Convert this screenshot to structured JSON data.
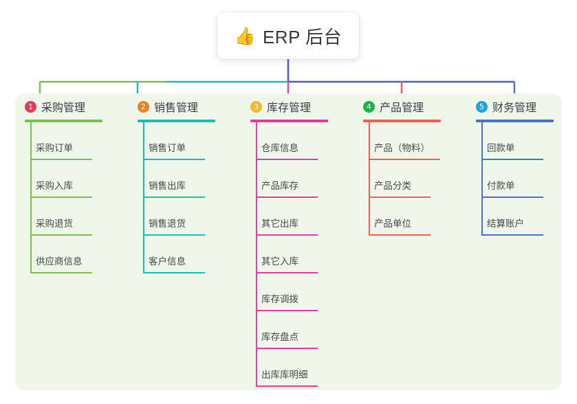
{
  "root": {
    "icon": "thumbs-up-icon",
    "emoji": "👍",
    "title": "ERP 后台"
  },
  "palette": {
    "panel_background": "#eef7e9",
    "page_background": "#ffffff",
    "text": "#3a3f46",
    "root_stem": "#4a5bd0"
  },
  "columns": [
    {
      "number": "1",
      "title": "采购管理",
      "badge_color": "#e8365c",
      "line_color": "#7dbd4c",
      "items": [
        "采购订单",
        "采购入库",
        "采购退货",
        "供应商信息"
      ]
    },
    {
      "number": "2",
      "title": "销售管理",
      "badge_color": "#f08021",
      "line_color": "#12bfb0",
      "items": [
        "销售订单",
        "销售出库",
        "销售退货",
        "客户信息"
      ]
    },
    {
      "number": "3",
      "title": "库存管理",
      "badge_color": "#f3bb1c",
      "line_color": "#e8399f",
      "items": [
        "仓库信息",
        "产品库存",
        "其它出库",
        "其它入库",
        "库存调拨",
        "库存盘点",
        "出库库明细"
      ]
    },
    {
      "number": "4",
      "title": "产品管理",
      "badge_color": "#1ab34a",
      "line_color": "#f95b52",
      "items": [
        "产品（物料）",
        "产品分类",
        "产品单位"
      ]
    },
    {
      "number": "5",
      "title": "财务管理",
      "badge_color": "#1ba4e0",
      "line_color": "#4a6fd0",
      "items": [
        "回款单",
        "付款单",
        "结算账户"
      ]
    }
  ]
}
